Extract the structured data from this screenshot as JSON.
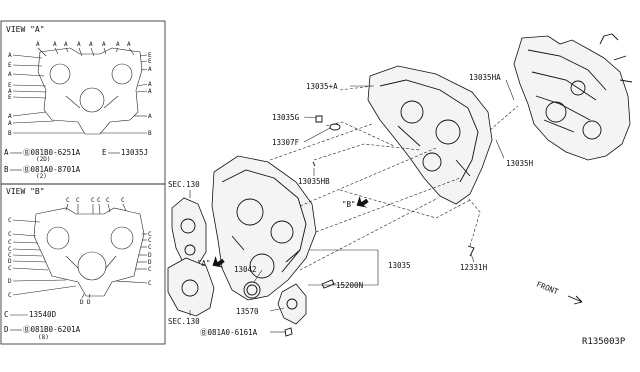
{
  "view_a": {
    "title": "VIEW \"A\"",
    "letters": {
      "A": "A",
      "B": "B",
      "E": "E"
    },
    "legend": [
      {
        "letter": "A",
        "part": "Ⓑ081B0-6251A",
        "qty": "(2D)"
      },
      {
        "letter": "E",
        "part": "13035J"
      },
      {
        "letter": "B",
        "part": "Ⓑ081A0-8701A",
        "qty": "(2)"
      }
    ]
  },
  "view_b": {
    "title": "VIEW \"B\"",
    "letters": {
      "C": "C",
      "D": "D"
    },
    "legend": [
      {
        "letter": "C",
        "part": "13540D"
      },
      {
        "letter": "D",
        "part": "Ⓑ081B0-6201A",
        "qty": "(8)"
      }
    ]
  },
  "parts": {
    "p13035A": "13035+A",
    "p13035G": "13035G",
    "p13307F": "13307F",
    "p13035HB": "13035HB",
    "p13035HA": "13035HA",
    "p13035H": "13035H",
    "p13035": "13035",
    "p13042": "13042",
    "p15200N": "15200N",
    "p12331H": "12331H",
    "p13570": "13570",
    "p081A0": "Ⓑ081A0-6161A",
    "sec_top": "SEC.130",
    "sec_bottom": "SEC.130",
    "arrow_a": "\"A\"",
    "arrow_b": "\"B\"",
    "front": "FRONT"
  },
  "ref_code": "R135003P"
}
